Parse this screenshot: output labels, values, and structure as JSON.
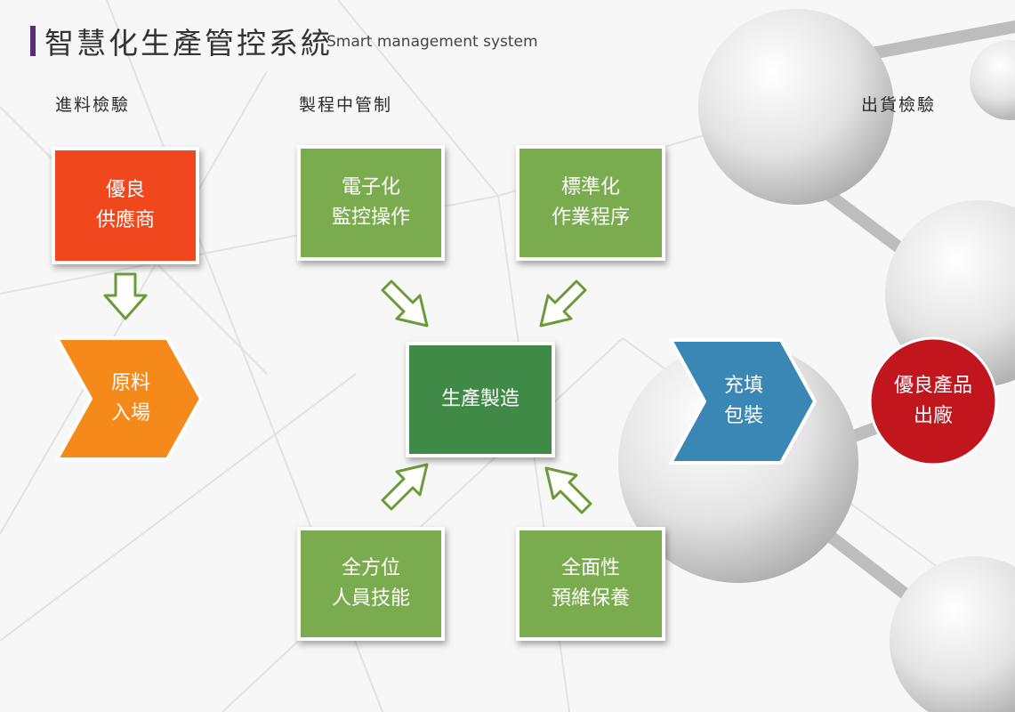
{
  "header": {
    "title_cn": "智慧化生產管控系統",
    "title_en": "Smart management system"
  },
  "sections": {
    "incoming": "進料檢驗",
    "process": "製程中管制",
    "outgoing": "出貨檢驗"
  },
  "nodes": {
    "supplier": [
      "優良",
      "供應商"
    ],
    "raw_material": [
      "原料",
      "入場"
    ],
    "electronic": [
      "電子化",
      "監控操作"
    ],
    "standard": [
      "標準化",
      "作業程序"
    ],
    "production": [
      "生產製造"
    ],
    "skills": [
      "全方位",
      "人員技能"
    ],
    "maintenance": [
      "全面性",
      "預維保養"
    ],
    "packaging": [
      "充填",
      "包裝"
    ],
    "product": [
      "優良產品",
      "出廠"
    ]
  },
  "colors": {
    "supplier": "#f0471d",
    "raw_material": "#f5891a",
    "process_box": "#7aab4e",
    "production": "#3e8a46",
    "packaging": "#3a86b4",
    "product": "#c2161f",
    "arrow_outline": "#6a9b3a",
    "title_bar": "#5b2a7a"
  }
}
